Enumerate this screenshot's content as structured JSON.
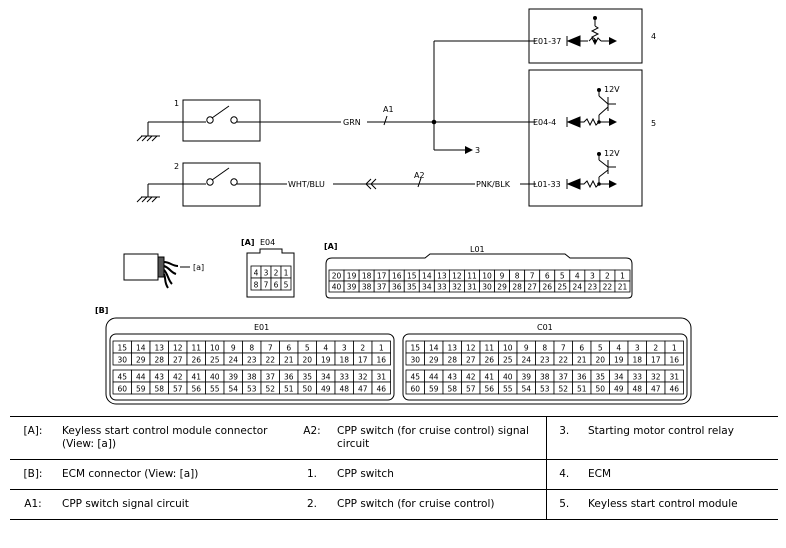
{
  "diagram": {
    "components": [
      {
        "number": "1"
      },
      {
        "number": "2"
      },
      {
        "number": "4"
      },
      {
        "number": "5"
      }
    ],
    "wires": {
      "a1_color": "GRN",
      "a1_label": "A1",
      "a2_color_left": "WHT/BLU",
      "a2_label": "A2",
      "a2_color_right": "PNK/BLK",
      "branch_to": "3"
    },
    "terminals": {
      "e01_37": "E01-37",
      "e04_4": "E04-4",
      "l01_33": "L01-33"
    },
    "supply": {
      "v12_a": "12V",
      "v12_b": "12V"
    }
  },
  "connectors": {
    "harness_ref": "[a]",
    "e04": {
      "view_tag": "[A]",
      "name": "E04",
      "rows": [
        [
          "4",
          "3",
          "2",
          "1"
        ],
        [
          "8",
          "7",
          "6",
          "5"
        ]
      ]
    },
    "l01": {
      "view_tag": "[A]",
      "name": "L01",
      "rows": [
        [
          "20",
          "19",
          "18",
          "17",
          "16",
          "15",
          "14",
          "13",
          "12",
          "11",
          "10",
          "9",
          "8",
          "7",
          "6",
          "5",
          "4",
          "3",
          "2",
          "1"
        ],
        [
          "40",
          "39",
          "38",
          "37",
          "36",
          "35",
          "34",
          "33",
          "32",
          "31",
          "30",
          "29",
          "28",
          "27",
          "26",
          "25",
          "24",
          "23",
          "22",
          "21"
        ]
      ]
    },
    "ecm_tag": "[B]",
    "e01": {
      "name": "E01",
      "top_rows": [
        [
          "15",
          "14",
          "13",
          "12",
          "11",
          "10",
          "9",
          "8",
          "7",
          "6",
          "5",
          "4",
          "3",
          "2",
          "1"
        ],
        [
          "30",
          "29",
          "28",
          "27",
          "26",
          "25",
          "24",
          "23",
          "22",
          "21",
          "20",
          "19",
          "18",
          "17",
          "16"
        ]
      ],
      "bottom_rows": [
        [
          "45",
          "44",
          "43",
          "42",
          "41",
          "40",
          "39",
          "38",
          "37",
          "36",
          "35",
          "34",
          "33",
          "32",
          "31"
        ],
        [
          "60",
          "59",
          "58",
          "57",
          "56",
          "55",
          "54",
          "53",
          "52",
          "51",
          "50",
          "49",
          "48",
          "47",
          "46"
        ]
      ]
    },
    "c01": {
      "name": "C01",
      "top_rows": [
        [
          "15",
          "14",
          "13",
          "12",
          "11",
          "10",
          "9",
          "8",
          "7",
          "6",
          "5",
          "4",
          "3",
          "2",
          "1"
        ],
        [
          "30",
          "29",
          "28",
          "27",
          "26",
          "25",
          "24",
          "23",
          "22",
          "21",
          "20",
          "19",
          "18",
          "17",
          "16"
        ]
      ],
      "bottom_rows": [
        [
          "45",
          "44",
          "43",
          "42",
          "41",
          "40",
          "39",
          "38",
          "37",
          "36",
          "35",
          "34",
          "33",
          "32",
          "31"
        ],
        [
          "60",
          "59",
          "58",
          "57",
          "56",
          "55",
          "54",
          "53",
          "52",
          "51",
          "50",
          "49",
          "48",
          "47",
          "46"
        ]
      ]
    }
  },
  "legend": {
    "rows": [
      [
        {
          "key": "[A]:",
          "text": "Keyless start control module connector (View: [a])"
        },
        {
          "key": "A2:",
          "text": "CPP switch (for cruise control) signal circuit"
        },
        {
          "key": "3.",
          "text": "Starting motor control relay"
        }
      ],
      [
        {
          "key": "[B]:",
          "text": "ECM connector (View: [a])"
        },
        {
          "key": "1.",
          "text": "CPP switch"
        },
        {
          "key": "4.",
          "text": "ECM"
        }
      ],
      [
        {
          "key": "A1:",
          "text": "CPP switch signal circuit"
        },
        {
          "key": "2.",
          "text": "CPP switch (for cruise control)"
        },
        {
          "key": "5.",
          "text": "Keyless start control module"
        }
      ]
    ]
  }
}
